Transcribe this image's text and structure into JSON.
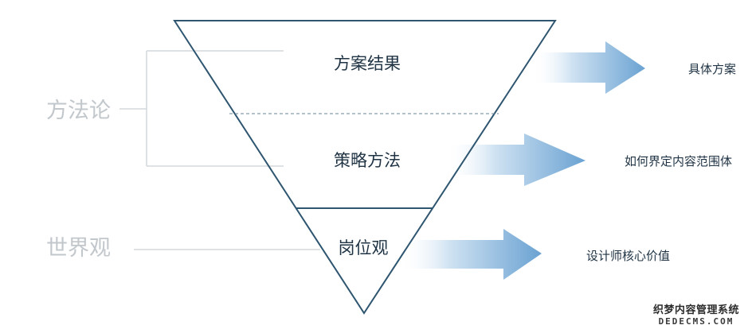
{
  "left_labels": {
    "methodology": "方法论",
    "worldview": "世界观"
  },
  "layers": {
    "top": "方案结果",
    "middle": "策略方法",
    "bottom": "岗位观"
  },
  "right_labels": {
    "top": "具体方案",
    "middle": "如何界定内容范围体",
    "bottom": "设计师核心价值"
  },
  "watermark": {
    "line1": "织梦内容管理系统",
    "line2": "DEDECMS.COM"
  },
  "colors": {
    "outline": "#2f5670",
    "text_dark": "#1f3344",
    "text_muted": "#c2c7cc",
    "bracket": "#d4d8dc",
    "arrow": "#7fb0d8"
  }
}
